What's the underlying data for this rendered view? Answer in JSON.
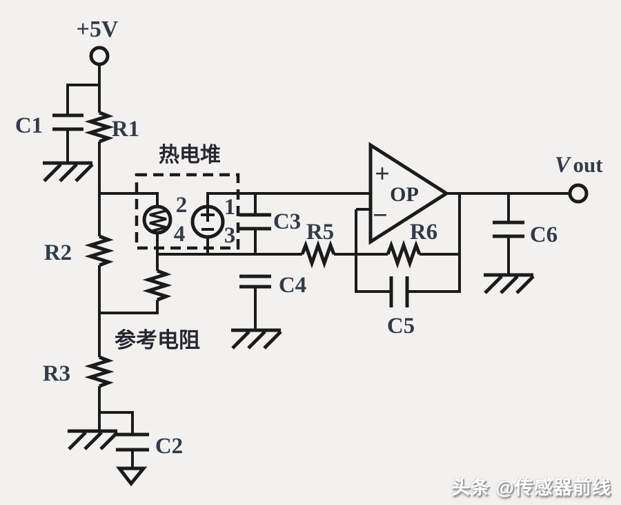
{
  "labels": {
    "power": "+5V",
    "c1": "C1",
    "r1": "R1",
    "r2": "R2",
    "r3": "R3",
    "c2": "C2",
    "c3": "C3",
    "c4": "C4",
    "c5": "C5",
    "c6": "C6",
    "r5": "R5",
    "r6": "R6",
    "opamp": "OP",
    "plus": "+",
    "minus": "−",
    "thermopile": "热电堆",
    "reference_resistor": "参考电阻",
    "vout_v": "V",
    "vout_out": "out"
  },
  "pins": {
    "p1": "1",
    "p2": "2",
    "p3": "3",
    "p4": "4"
  },
  "watermark": "头条 @传感器前线",
  "colors": {
    "background": "#f2f1ef",
    "line": "#1b1b1b",
    "label": "#333b49",
    "watermark": "#ffffff",
    "watermark_shadow": "#9b9b9b"
  }
}
